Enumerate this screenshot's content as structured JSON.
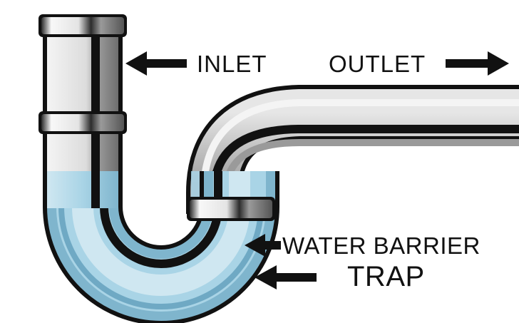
{
  "labels": {
    "inlet": "INLET",
    "outlet": "OUTLET",
    "water_barrier": "WATER BARRIER",
    "trap": "TRAP"
  },
  "colors": {
    "background": "#ffffff",
    "pipe_outline": "#111111",
    "pipe_chrome_light": "#f0f0f0",
    "pipe_chrome_mid": "#c4c4c4",
    "pipe_chrome_dark": "#8a8a8a",
    "water": "#a9d4e6",
    "water_dark": "#6fa9c4",
    "arrow": "#111111",
    "label_text": "#111111"
  },
  "icons": {
    "inlet_arrow": "arrow-left-icon",
    "outlet_arrow": "arrow-right-icon",
    "water_barrier_arrow": "arrow-left-icon",
    "trap_arrow": "arrow-left-icon"
  }
}
